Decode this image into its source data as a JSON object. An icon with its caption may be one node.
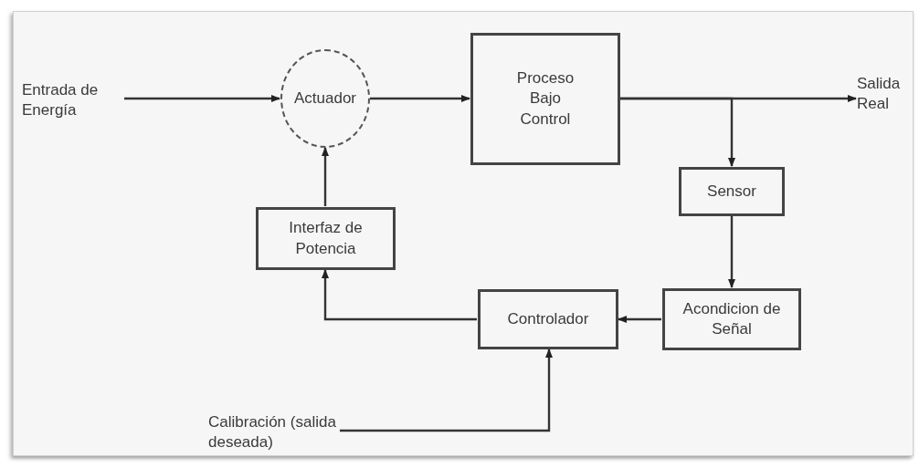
{
  "diagram": {
    "nodes": [
      {
        "text": [
          "Entrada de Energía"
        ]
      },
      {
        "text": [
          "Actuador"
        ]
      },
      {
        "text": [
          "Proceso Bajo Control"
        ]
      },
      {
        "text": [
          "Salida Real"
        ]
      },
      {
        "text": [
          "Sensor"
        ]
      },
      {
        "text": [
          "Interfaz de Potencia"
        ]
      },
      {
        "text": [
          "Controlador"
        ]
      },
      {
        "text": [
          "Acondicion de Señal"
        ]
      },
      {
        "text": [
          "Calibración (salida deseada)"
        ]
      }
    ],
    "edges": [
      {
        "from": 0,
        "to": 1,
        "arrow": "to"
      },
      {
        "from": 1,
        "to": 2,
        "arrow": "to"
      },
      {
        "from": 2,
        "to": 3,
        "arrow": "to"
      },
      {
        "from": 2,
        "to": 4,
        "arrow": "to"
      },
      {
        "from": 4,
        "to": 7,
        "arrow": "to"
      },
      {
        "from": 7,
        "to": 6,
        "arrow": "to"
      },
      {
        "from": 6,
        "to": 5,
        "arrow": "to"
      },
      {
        "from": 5,
        "to": 1,
        "arrow": "to"
      },
      {
        "from": 8,
        "to": 6,
        "arrow": "to"
      }
    ]
  }
}
